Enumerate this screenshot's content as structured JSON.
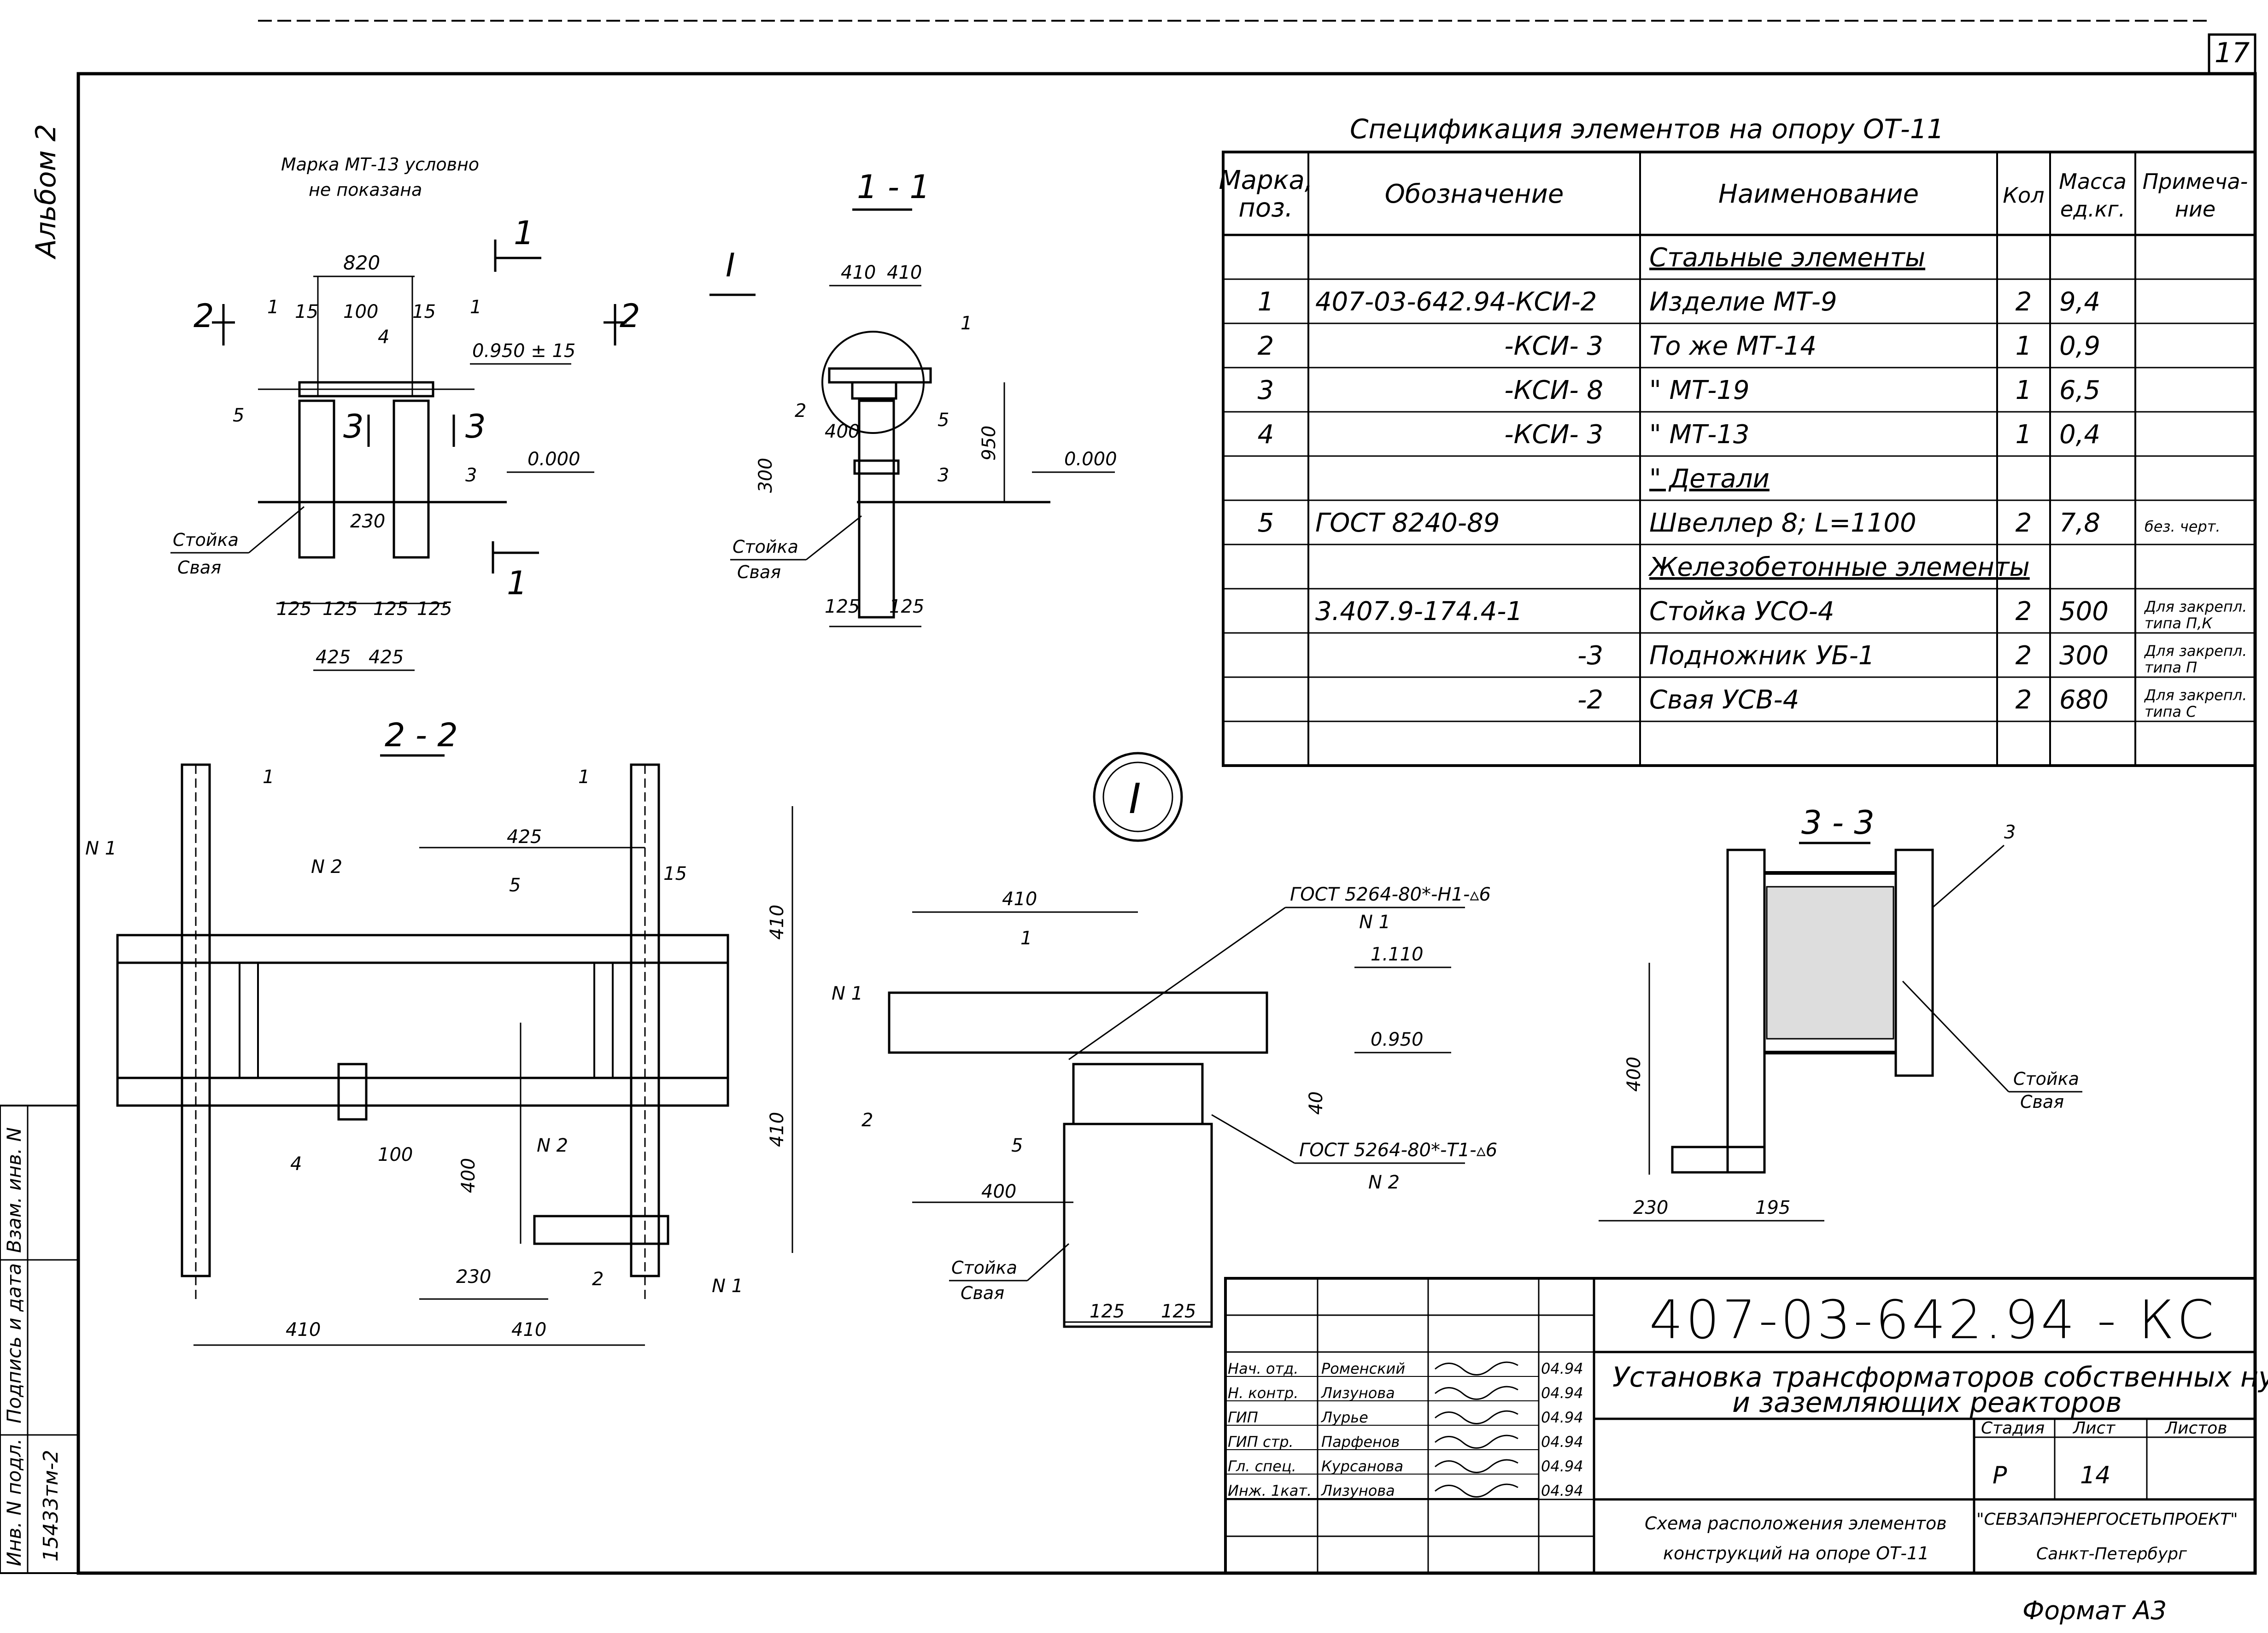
{
  "page": {
    "sheet_corner": "17",
    "album": "Альбом 2",
    "format": "Формат А3"
  },
  "note": [
    "Марка МТ-13 условно",
    "не показана"
  ],
  "views": {
    "front": {
      "section_marks": [
        "1",
        "1",
        "2",
        "2",
        "3",
        "3"
      ],
      "dims": [
        "820",
        "15",
        "100",
        "15",
        "230",
        "125",
        "125",
        "125",
        "125",
        "425",
        "425"
      ],
      "leaders": [
        "1",
        "1",
        "4",
        "5",
        "3"
      ],
      "level_top": "0.950 ± 15",
      "level_ground": "0.000",
      "labels": [
        "Стойка",
        "Свая"
      ]
    },
    "s11": {
      "title": "1 - 1",
      "node": "I",
      "dims": [
        "410",
        "410",
        "400",
        "300",
        "950",
        "125",
        "125"
      ],
      "leaders": [
        "1",
        "2",
        "5",
        "3"
      ],
      "level": "0.000",
      "labels": [
        "Стойка",
        "Свая"
      ]
    },
    "s22": {
      "title": "2 - 2",
      "dims": [
        "425",
        "15",
        "410",
        "410",
        "100",
        "400",
        "230",
        "410",
        "410"
      ],
      "leaders": [
        "1",
        "1",
        "5",
        "4",
        "2"
      ],
      "welds": [
        "N 1",
        "N 2",
        "N 2",
        "N 1"
      ]
    },
    "node": {
      "mark": "I",
      "dims": [
        "410",
        "400",
        "40",
        "125",
        "125"
      ],
      "weld1": "ГОСТ 5264-80*-Н1-▵6",
      "weld1_n": "N 1",
      "weld2": "ГОСТ 5264-80*-Т1-▵6",
      "weld2_n": "N 2",
      "levels": [
        "1.110",
        "0.950"
      ],
      "leaders": [
        "1",
        "2",
        "5"
      ],
      "n1": "N 1",
      "labels": [
        "Стойка",
        "Свая"
      ]
    },
    "s33": {
      "title": "3 - 3",
      "leader": "3",
      "dims": [
        "400",
        "230",
        "195"
      ],
      "labels": [
        "Стойка",
        "Свая"
      ]
    }
  },
  "spec": {
    "title": "Спецификация элементов на опору ОТ-11",
    "headers": [
      "Марка, поз.",
      "Обозначение",
      "Наименование",
      "Кол",
      "Масса ед.кг.",
      "Примеча- ние"
    ],
    "rows": [
      [
        "",
        "",
        "Стальные элементы",
        "",
        "",
        ""
      ],
      [
        "1",
        "407-03-642.94-КСИ-2",
        "Изделие МТ-9",
        "2",
        "9,4",
        ""
      ],
      [
        "2",
        "-КСИ- 3",
        "То же   МТ-14",
        "1",
        "0,9",
        ""
      ],
      [
        "3",
        "-КСИ- 8",
        "\"         МТ-19",
        "1",
        "6,5",
        ""
      ],
      [
        "4",
        "-КСИ- 3",
        "\"         МТ-13",
        "1",
        "0,4",
        ""
      ],
      [
        "",
        "",
        "\" Детали",
        "",
        "",
        ""
      ],
      [
        "5",
        "ГОСТ 8240-89",
        "Швеллер 8; L=1100",
        "2",
        "7,8",
        "без. черт."
      ],
      [
        "",
        "",
        "Железобетонные элементы",
        "",
        "",
        ""
      ],
      [
        "",
        "3.407.9-174.4-1",
        "Стойка УСО-4",
        "2",
        "500",
        "Для закрепл. типа П,К"
      ],
      [
        "",
        "-3",
        "Подножник УБ-1",
        "2",
        "300",
        "Для закрепл. типа П"
      ],
      [
        "",
        "-2",
        "Свая УСВ-4",
        "2",
        "680",
        "Для закрепл. типа С"
      ],
      [
        "",
        "",
        "",
        "",
        "",
        ""
      ]
    ]
  },
  "title_block": {
    "code": "407-03-642.94 - КС",
    "title1": "Установка трансформаторов собственных нужд",
    "title2": "и заземляющих реакторов",
    "stage_h": "Стадия",
    "sheet_h": "Лист",
    "sheets_h": "Листов",
    "stage": "Р",
    "sheet": "14",
    "sheets": "",
    "desc1": "Схема расположения элементов",
    "desc2": "конструкций на опоре ОТ-11",
    "org1": "\"СЕВЗАПЭНЕРГОСЕТЬПРОЕКТ\"",
    "org2": "Санкт-Петербург",
    "people": [
      {
        "role": "Нач. отд.",
        "name": "Роменский",
        "date": "04.94"
      },
      {
        "role": "Н. контр.",
        "name": "Лизунова",
        "date": "04.94"
      },
      {
        "role": "ГИП",
        "name": "Лурье",
        "date": "04.94"
      },
      {
        "role": "ГИП стр.",
        "name": "Парфенов",
        "date": "04.94"
      },
      {
        "role": "Гл. спец.",
        "name": "Курсанова",
        "date": "04.94"
      },
      {
        "role": "Инж. 1кат.",
        "name": "Лизунова",
        "date": "04.94"
      }
    ]
  },
  "side_stamp": {
    "col1": "Инв. N подл.",
    "col2": "Подпись и дата",
    "col3": "Взам. инв. N",
    "inv": "15433тм-2"
  }
}
